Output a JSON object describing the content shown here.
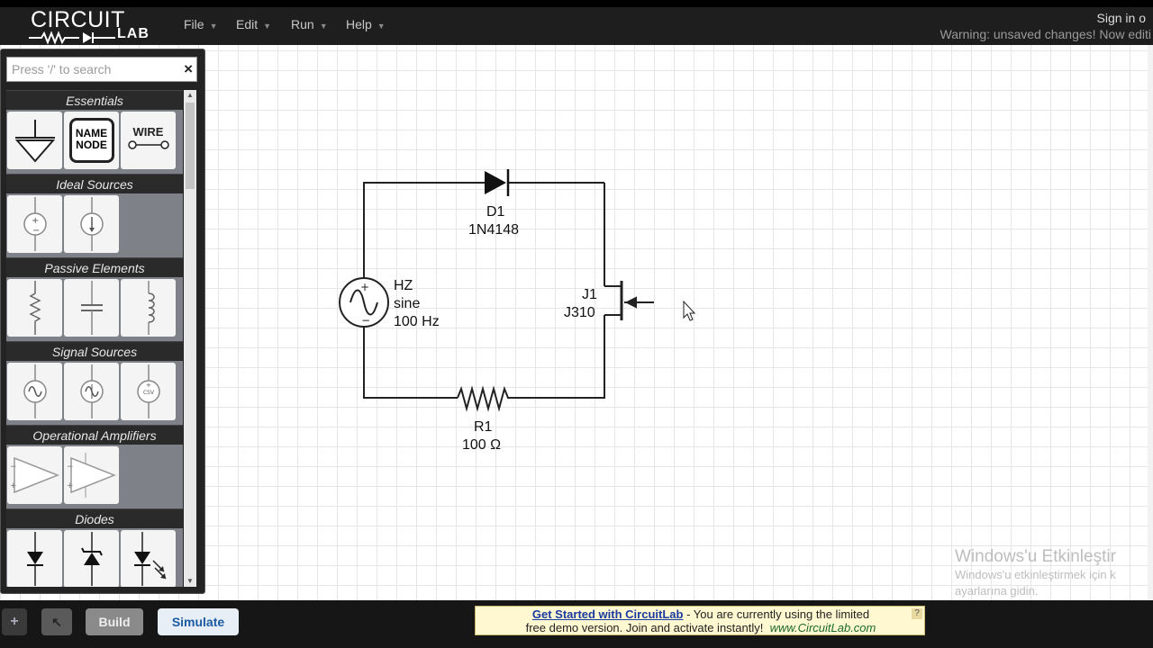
{
  "app": {
    "logo_text": "CIRCUIT",
    "logo_sub": "LAB",
    "menu": [
      {
        "label": "File"
      },
      {
        "label": "Edit"
      },
      {
        "label": "Run"
      },
      {
        "label": "Help"
      }
    ],
    "sign_in": "Sign in o",
    "warning": "Warning: unsaved changes! Now editi"
  },
  "panel": {
    "search_placeholder": "Press '/' to search",
    "clear_glyph": "×",
    "categories": [
      {
        "title": "Essentials",
        "tiles": [
          "ground",
          "name-node",
          "wire"
        ]
      },
      {
        "title": "Ideal Sources",
        "tiles": [
          "voltage-source",
          "current-source"
        ]
      },
      {
        "title": "Passive Elements",
        "tiles": [
          "resistor",
          "capacitor",
          "inductor"
        ]
      },
      {
        "title": "Signal Sources",
        "tiles": [
          "sine-voltage-source",
          "sine-current-source",
          "custom-source"
        ]
      },
      {
        "title": "Operational Amplifiers",
        "tiles": [
          "opamp",
          "opamp-5term"
        ]
      },
      {
        "title": "Diodes",
        "tiles": [
          "diode",
          "zener-diode",
          "led"
        ]
      }
    ],
    "tile_text": {
      "name": "NAME",
      "node": "NODE",
      "wire": "WIRE",
      "csv": "CSV"
    }
  },
  "schematic": {
    "diode": {
      "name": "D1",
      "model": "1N4148"
    },
    "source": {
      "name": "HZ",
      "type": "sine",
      "freq": "100 Hz"
    },
    "jfet": {
      "name": "J1",
      "model": "J310"
    },
    "resistor": {
      "name": "R1",
      "value": "100 Ω"
    }
  },
  "toolbar": {
    "plus": "+",
    "pointer": "↖",
    "build": "Build",
    "simulate": "Simulate"
  },
  "ad": {
    "link": "Get Started with CircuitLab",
    "text1": " - You are currently using the limited",
    "text2": "free demo version. Join and activate instantly!",
    "url": "www.CircuitLab.com",
    "help": "?"
  },
  "watermark": {
    "title": "Windows'u Etkinleştir",
    "line1": "Windows'u etkinleştirmek için k",
    "line2": "ayarlarına gidin."
  }
}
